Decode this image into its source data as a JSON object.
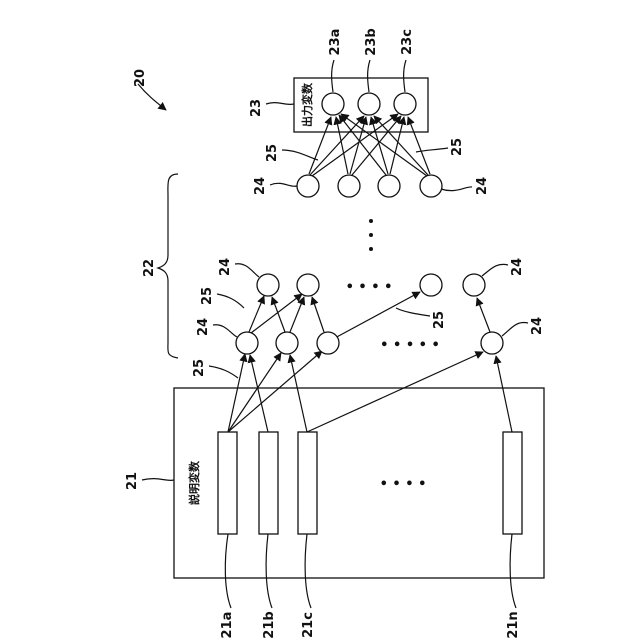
{
  "labels": {
    "fig": "20",
    "input_layer": "21",
    "input_title": "説明変数",
    "input_21a": "21a",
    "input_21b": "21b",
    "input_21c": "21c",
    "input_21n": "21n",
    "hidden_layers": "22",
    "output_layer": "23",
    "output_title": "出力変数",
    "output_23a": "23a",
    "output_23b": "23b",
    "output_23c": "23c",
    "node": "24",
    "connection": "25",
    "dots_row": "• • • • •",
    "dots_short": "• • • •",
    "dots_col": "• • • • •"
  }
}
